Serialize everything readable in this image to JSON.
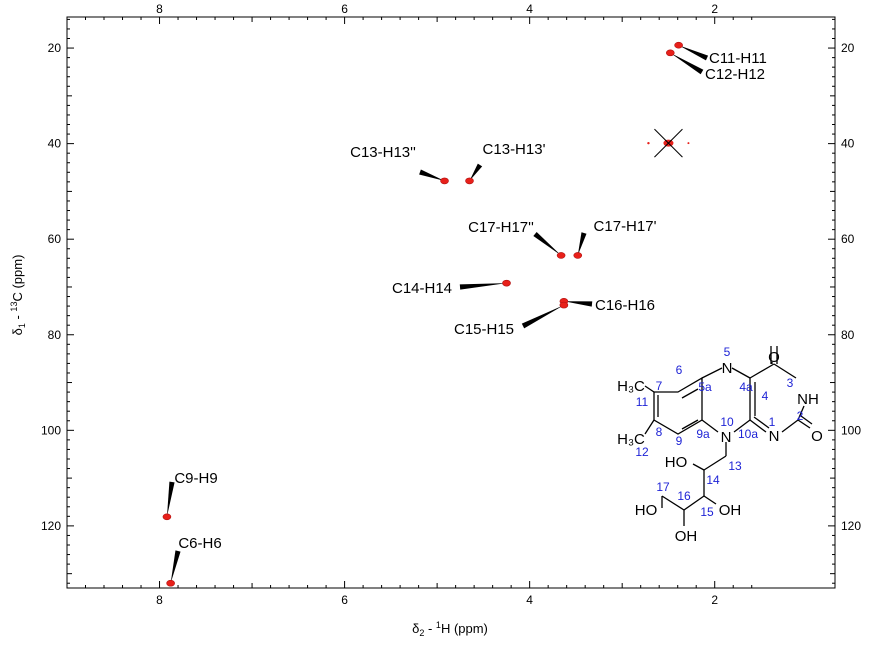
{
  "chart_data": {
    "type": "scatter",
    "title": "",
    "xlabel": {
      "base": "δ",
      "sub": "2",
      "mid": " - ",
      "sup": "1",
      "rest": "H  (ppm)"
    },
    "ylabel": {
      "base": "δ",
      "sub": "1",
      "mid": " - ",
      "sup": "13",
      "rest": "C  (ppm)"
    },
    "xlim": [
      9.0,
      0.7
    ],
    "ylim": [
      13.5,
      133
    ],
    "x_reversed": true,
    "x_major_ticks": [
      8,
      6,
      4,
      2
    ],
    "x_tick_labels": [
      "8",
      "6",
      "4",
      "2"
    ],
    "y_major_ticks": [
      20,
      40,
      60,
      80,
      100,
      120
    ],
    "y_tick_labels": [
      "20",
      "40",
      "60",
      "80",
      "100",
      "120"
    ],
    "peak_color": "#e8201a",
    "peaks": [
      {
        "label": "C11-H11",
        "x": 2.39,
        "y": 19.4
      },
      {
        "label": "C12-H12",
        "x": 2.48,
        "y": 21.0
      },
      {
        "label": "C13-H13''",
        "x": 4.92,
        "y": 47.8
      },
      {
        "label": "C13-H13'",
        "x": 4.65,
        "y": 47.8
      },
      {
        "label": "C17-H17''",
        "x": 3.66,
        "y": 63.4
      },
      {
        "label": "C17-H17'",
        "x": 3.48,
        "y": 63.4
      },
      {
        "label": "C14-H14",
        "x": 4.25,
        "y": 69.2
      },
      {
        "label": "C16-H16",
        "x": 3.63,
        "y": 73.0
      },
      {
        "label": "C15-H15",
        "x": 3.63,
        "y": 73.8
      },
      {
        "label": "C9-H9",
        "x": 7.92,
        "y": 118.1
      },
      {
        "label": "C6-H6",
        "x": 7.88,
        "y": 132.0
      }
    ],
    "solvent_peak": {
      "x": 2.5,
      "y": 39.9
    }
  },
  "molecule": {
    "ring_numbers": [
      "6",
      "5a",
      "5",
      "4a",
      "4",
      "3",
      "2",
      "1",
      "10a",
      "10",
      "9a",
      "9",
      "8",
      "7"
    ],
    "chain_numbers": [
      "11",
      "12",
      "13",
      "14",
      "15",
      "16",
      "17"
    ],
    "atoms": {
      "o_top": "O",
      "o_right": "O",
      "nh": "NH",
      "n5": "N",
      "n1": "N",
      "n10": "N",
      "h3c_top": "H₃C",
      "h3c_bottom": "H₃C",
      "oh14": "HO",
      "oh15": "OH",
      "oh16": "OH",
      "oh17": "HO"
    }
  }
}
